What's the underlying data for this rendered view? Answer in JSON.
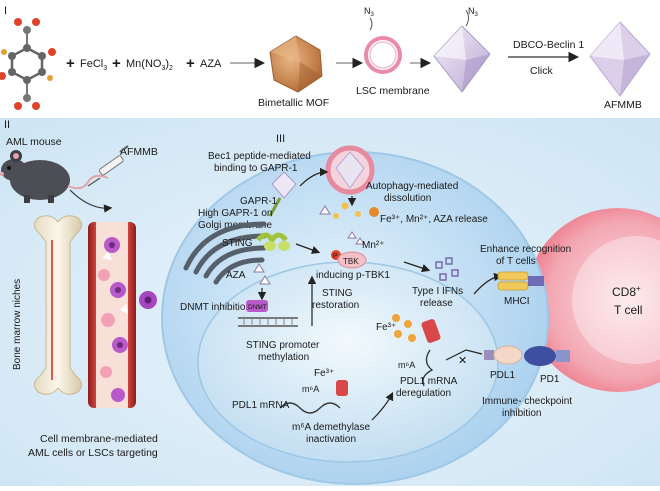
{
  "panel1": {
    "roman": "I",
    "plus": "+",
    "fecl3": "FeCl",
    "fecl3_sub": "3",
    "mnno3": "Mn(NO",
    "mnno3_sub": "3",
    "mnno3_close": ")",
    "mnno3_sub2": "2",
    "aza": "AZA",
    "mof_label": "Bimetallic MOF",
    "membrane_label": "LSC membrane",
    "azide1": "N",
    "azide1_sub": "3",
    "azide2": "N",
    "azide2_sub": "3",
    "dbco": "DBCO-Beclin 1",
    "click": "Click",
    "afmmb": "AFMMB"
  },
  "panel2": {
    "roman": "II",
    "aml_mouse": "AML mouse",
    "afmmb": "AFMMB",
    "niches": "Bone marrow niches",
    "target_line1": "Cell membrane-mediated",
    "target_line2": "AML cells or LSCs targeting"
  },
  "panel3": {
    "roman": "III",
    "bec1_line1": "Bec1 peptide-mediated",
    "bec1_line2": "binding to GAPR-1",
    "autophagy_line1": "Autophagy-mediated",
    "autophagy_line2": "dissolution",
    "gapr1": "GAPR-1",
    "golgi_line1": "High GAPR-1 on",
    "golgi_line2": "Golgi membrane",
    "release": "Fe³⁺, Mn²⁺, AZA release",
    "sting": "STING",
    "mn2": "Mn²⁺",
    "p_label": "P",
    "tbk": "TBK",
    "p_tbk1": "inducing p-TBK1",
    "aza": "AZA",
    "sting_restore_line1": "STING",
    "sting_restore_line2": "restoration",
    "dnmt_inhibit": "DNMT inhibition",
    "dnmt": "DNMT",
    "promoter_line1": "STING promoter",
    "promoter_line2": "methylation",
    "fe3_a": "Fe³⁺",
    "fe3_b": "Fe³⁺",
    "m6a_a": "m⁶A",
    "m6a_b": "m⁶A",
    "pdl1_mrna": "PDL1 mRNA",
    "demethylase_line1": "m⁶A demethylase",
    "demethylase_line2": "inactivation",
    "dereg_line1": "PDL1 mRNA",
    "dereg_line2": "deregulation",
    "ifn_line1": "Type I IFNs",
    "ifn_line2": "release",
    "enhance_line1": "Enhance recognition",
    "enhance_line2": "of T cells",
    "mhci": "MHCI",
    "pdl1": "PDL1",
    "pd1": "PD1",
    "checkpoint_line1": "Immune- checkpoint",
    "checkpoint_line2": "inhibition",
    "cd8": "CD8",
    "cd8_sup": "+",
    "tcell": "T cell"
  },
  "colors": {
    "cell_fill": "#cfe6f6",
    "nucleus_fill": "#bcd9ef",
    "tcell": "#f07a8a",
    "mof": "#d99a64",
    "membrane": "#e98aa8",
    "afmmb": "#d7c8e6",
    "sting": "#b9d45a",
    "vessel": "#b22b2b"
  }
}
